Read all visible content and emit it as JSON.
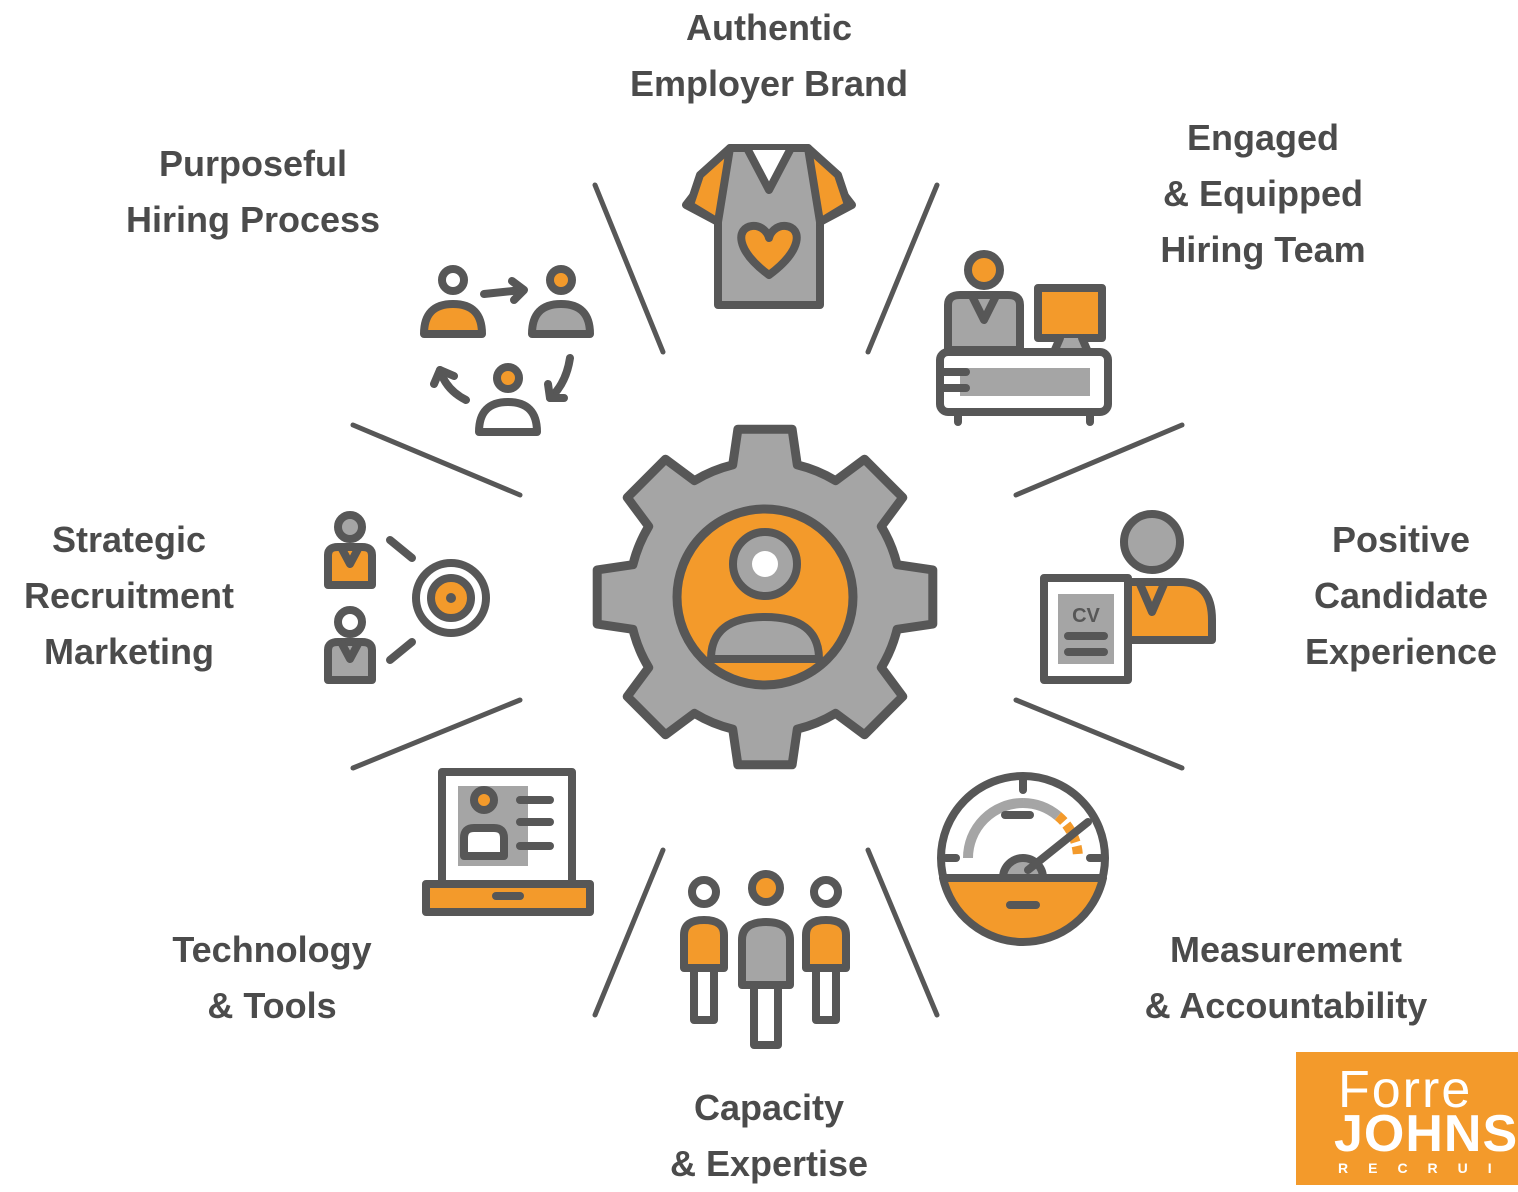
{
  "labels": {
    "employer_brand": [
      "Authentic",
      "Employer Brand"
    ],
    "hiring_team": [
      "Engaged",
      "& Equipped",
      "Hiring Team"
    ],
    "candidate_experience": [
      "Positive",
      "Candidate",
      "Experience"
    ],
    "measurement": [
      "Measurement",
      "& Accountability"
    ],
    "capacity": [
      "Capacity",
      "& Expertise"
    ],
    "technology": [
      "Technology",
      "& Tools"
    ],
    "marketing": [
      "Strategic",
      "Recruitment",
      "Marketing"
    ],
    "hiring_process": [
      "Purposeful",
      "Hiring Process"
    ]
  },
  "icons": {
    "center": "gear-person-icon",
    "employer_brand": "heart-shirt-icon",
    "hiring_team": "person-at-desk-icon",
    "candidate_experience": "cv-person-icon",
    "measurement": "gauge-icon",
    "capacity": "team-icon",
    "technology": "laptop-profile-icon",
    "marketing": "target-people-icon",
    "hiring_process": "people-cycle-icon",
    "cv_text": "CV"
  },
  "logo": {
    "line1": "Forre",
    "line2": "JOHNS",
    "line3": "RECRUI"
  },
  "colors": {
    "orange": "#f39a2b",
    "gray_fill": "#a5a5a5",
    "outline": "#575757",
    "text": "#4b4b4b"
  }
}
